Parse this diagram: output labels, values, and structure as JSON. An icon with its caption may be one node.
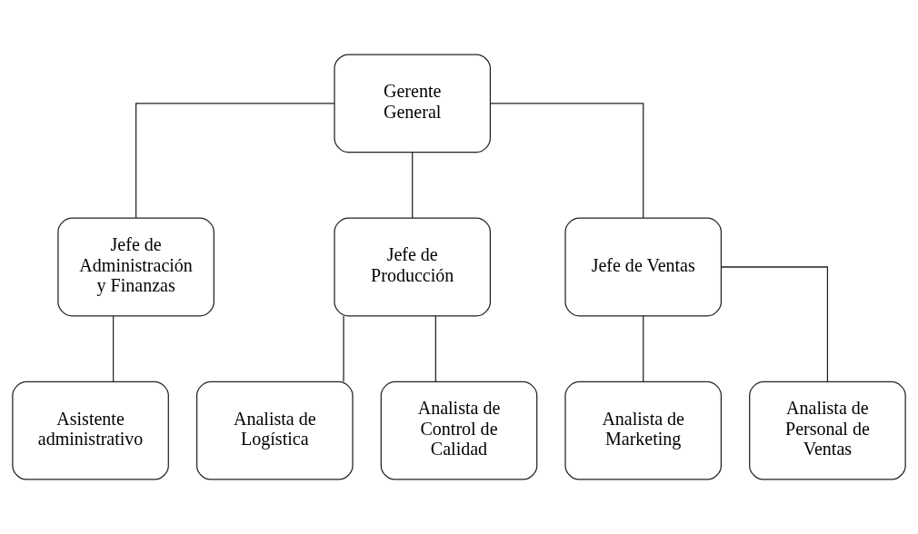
{
  "diagram": {
    "nodes": [
      {
        "text": [
          "Gerente General"
        ]
      },
      {
        "text": [
          "Jefe de Administración y Finanzas"
        ]
      },
      {
        "text": [
          "Jefe de Producción"
        ]
      },
      {
        "text": [
          "Jefe de Ventas"
        ]
      },
      {
        "text": [
          "Asistente administrativo"
        ]
      },
      {
        "text": [
          "Analista de Logística"
        ]
      },
      {
        "text": [
          "Analista de Control de Calidad"
        ]
      },
      {
        "text": [
          "Analista de Marketing"
        ]
      },
      {
        "text": [
          "Analista de Personal de Ventas"
        ]
      }
    ],
    "edges": [
      {
        "from": 0,
        "to": 1,
        "arrow": "none"
      },
      {
        "from": 0,
        "to": 2,
        "arrow": "none"
      },
      {
        "from": 0,
        "to": 3,
        "arrow": "none"
      },
      {
        "from": 1,
        "to": 4,
        "arrow": "none"
      },
      {
        "from": 2,
        "to": 5,
        "arrow": "none"
      },
      {
        "from": 2,
        "to": 6,
        "arrow": "none"
      },
      {
        "from": 3,
        "to": 7,
        "arrow": "none"
      },
      {
        "from": 3,
        "to": 8,
        "arrow": "none"
      }
    ]
  }
}
